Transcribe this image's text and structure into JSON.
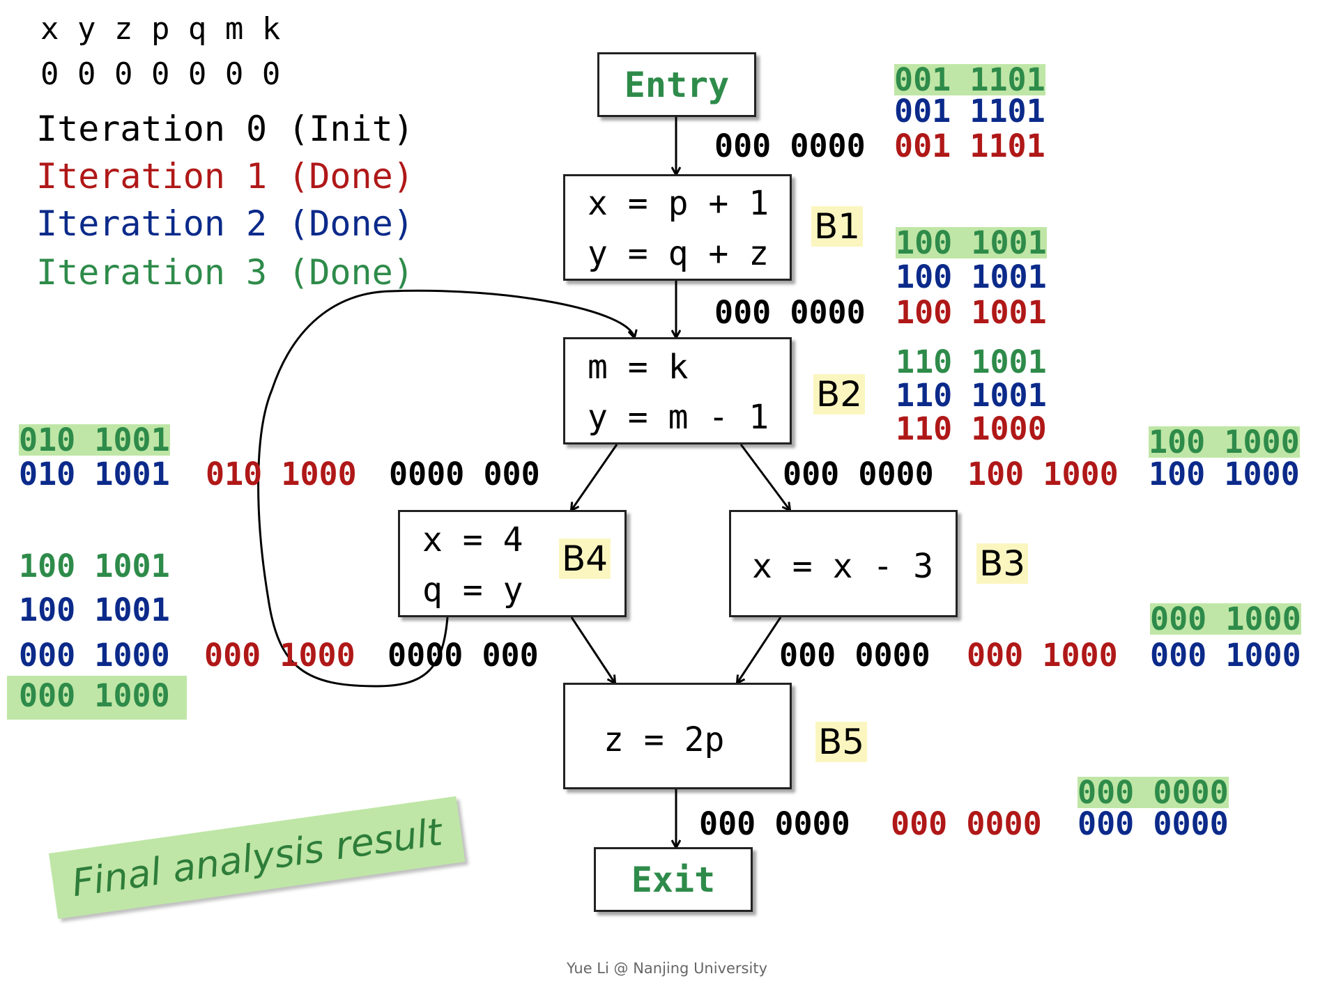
{
  "header": {
    "vars": "x y z p q m k",
    "init_bits": "0 0 0 0 0 0 0"
  },
  "legend": [
    {
      "text": "Iteration 0 (Init)",
      "color": "#000000"
    },
    {
      "text": "Iteration 1 (Done)",
      "color": "#b01818"
    },
    {
      "text": "Iteration 2 (Done)",
      "color": "#0b2a8a"
    },
    {
      "text": "Iteration 3 (Done)",
      "color": "#2e8b4a"
    }
  ],
  "nodes": {
    "entry": "Entry",
    "exit": "Exit",
    "b1": {
      "label": "B1",
      "line1": "x = p + 1",
      "line2": "y = q + z"
    },
    "b2": {
      "label": "B2",
      "line1": "m = k",
      "line2": "y = m - 1"
    },
    "b3": {
      "label": "B3",
      "line1": "x = x - 3"
    },
    "b4": {
      "label": "B4",
      "line1": "x = 4",
      "line2": "q = y"
    },
    "b5": {
      "label": "B5",
      "line1": "z = 2p"
    }
  },
  "bitvectors": {
    "entry_b1": {
      "it0": "000 0000",
      "it1": "001 1101",
      "it2": "001 1101",
      "it3": "001 1101"
    },
    "b1_b2": {
      "it0": "000 0000",
      "it1": "100 1001",
      "it2": "100 1001",
      "it3": "100 1001"
    },
    "b2_in": {
      "it1": "110 1000",
      "it2": "110 1001",
      "it3": "110 1001"
    },
    "b2_b4": {
      "it0": "0000 000",
      "it1": "010 1000",
      "it2": "010 1001",
      "it3": "010 1001"
    },
    "b2_b3": {
      "it0": "000 0000",
      "it1": "100 1000",
      "it2": "100 1000",
      "it3": "100 1000"
    },
    "b4_b5": {
      "it0": "0000 000",
      "it1": "000 1000",
      "it2": "000 1000",
      "it3": "000 1000",
      "extra_green": "100 1001",
      "extra_blue": "100 1001"
    },
    "b3_b5": {
      "it0": "000 0000",
      "it1": "000 1000",
      "it2": "000 1000",
      "it3": "000 1000"
    },
    "b5_exit": {
      "it0": "000 0000",
      "it1": "000 0000",
      "it2": "000 0000",
      "it3": "000 0000"
    }
  },
  "banner": "Final analysis result",
  "footer": "Yue Li @ Nanjing University"
}
